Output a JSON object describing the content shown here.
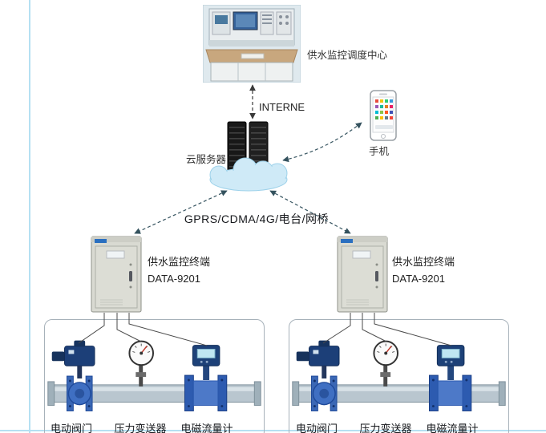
{
  "colors": {
    "accent_border": "#b5e0f2",
    "arrow_dark": "#3a3a3a",
    "arrow_teal": "#34525e",
    "cloud_fill": "#cfeaf7",
    "device_blue": "#2d5bb0",
    "pipe_fill": "#b9c6cf",
    "cabinet_fill": "#d9dad2"
  },
  "nodes": {
    "control_center": "供水监控调度中心",
    "internet": "INTERNE",
    "cloud_server": "云服务器",
    "phone": "手机",
    "network": "GPRS/CDMA/4G/电台/网桥"
  },
  "terminals": [
    {
      "name": "供水监控终端",
      "model": "DATA-9201"
    },
    {
      "name": "供水监控终端",
      "model": "DATA-9201"
    }
  ],
  "field_groups": [
    {
      "devices": [
        "电动阀门",
        "压力变送器",
        "电磁流量计"
      ]
    },
    {
      "devices": [
        "电动阀门",
        "压力变送器",
        "电磁流量计"
      ]
    }
  ]
}
